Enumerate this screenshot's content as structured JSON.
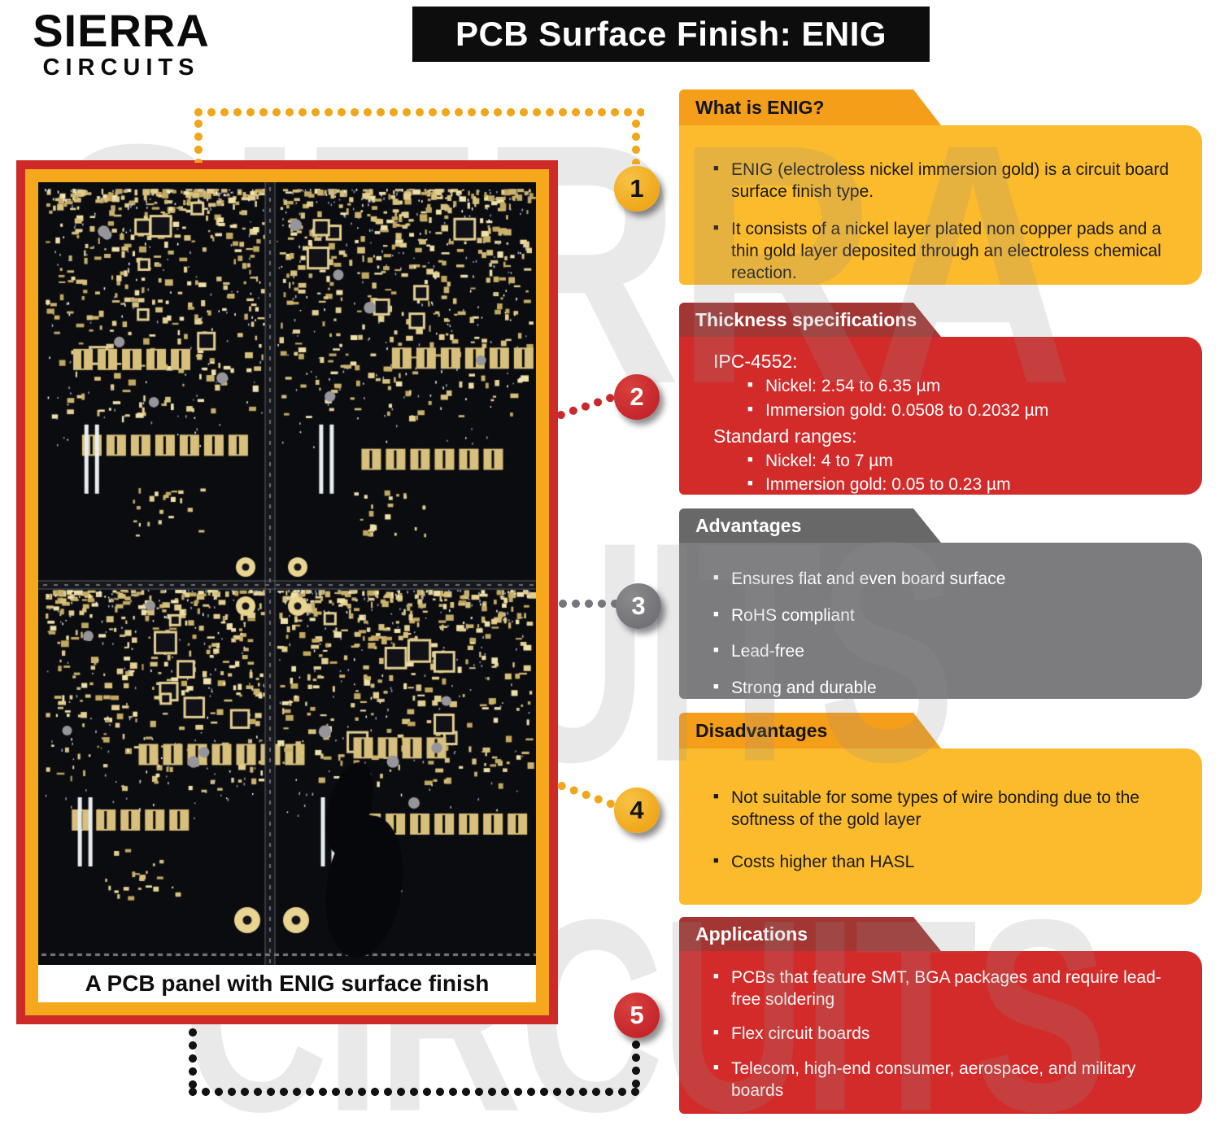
{
  "brand": {
    "line1": "SIERRA",
    "line2": "CIRCUITS"
  },
  "title": "PCB Surface Finish: ENIG",
  "watermark": {
    "rows": [
      "SIERRA",
      "CIRCUITS",
      "CIRCUITS"
    ]
  },
  "photo": {
    "caption": "A PCB panel with ENIG surface finish"
  },
  "colors": {
    "accent_yellow": "#FBBB2C",
    "accent_orange": "#F59E19",
    "accent_red": "#D32B2A",
    "accent_dark_red": "#A33532",
    "accent_gray": "#7C7B7D",
    "accent_dark_gray": "#696869",
    "frame_red": "#CE2A28",
    "frame_yellow": "#F5A81C",
    "title_bg": "#0D0D0D"
  },
  "callouts": [
    {
      "number": "1",
      "theme": "yellow",
      "title": "What is ENIG?",
      "items": [
        {
          "type": "bullet",
          "text": "ENIG (electroless nickel immersion gold) is a circuit board surface finish type."
        },
        {
          "type": "bullet",
          "text": "It consists of a nickel layer plated non copper pads and a thin gold layer deposited through an electroless chemical reaction."
        }
      ]
    },
    {
      "number": "2",
      "theme": "red",
      "title": "Thickness specifications",
      "items": [
        {
          "type": "label",
          "text": "IPC-4552:"
        },
        {
          "type": "sub",
          "text": "Nickel: 2.54 to 6.35 µm"
        },
        {
          "type": "sub",
          "text": "Immersion gold: 0.0508 to 0.2032 µm"
        },
        {
          "type": "label",
          "text": "Standard ranges:"
        },
        {
          "type": "sub",
          "text": "Nickel: 4 to 7 µm"
        },
        {
          "type": "sub",
          "text": "Immersion gold: 0.05 to 0.23 µm"
        }
      ]
    },
    {
      "number": "3",
      "theme": "gray",
      "title": "Advantages",
      "items": [
        {
          "type": "bullet",
          "text": "Ensures flat and even board surface"
        },
        {
          "type": "bullet",
          "text": "RoHS compliant"
        },
        {
          "type": "bullet",
          "text": "Lead-free"
        },
        {
          "type": "bullet",
          "text": "Strong and durable"
        }
      ]
    },
    {
      "number": "4",
      "theme": "yellow",
      "title": "Disadvantages",
      "items": [
        {
          "type": "bullet",
          "text": "Not suitable for some types of wire bonding due to the softness of the gold layer"
        },
        {
          "type": "bullet",
          "text": "Costs higher than HASL"
        }
      ]
    },
    {
      "number": "5",
      "theme": "red",
      "title": "Applications",
      "items": [
        {
          "type": "bullet",
          "text": "PCBs that feature SMT, BGA packages and require lead-free soldering"
        },
        {
          "type": "bullet",
          "text": "Flex circuit boards"
        },
        {
          "type": "bullet",
          "text": "Telecom, high-end consumer, aerospace, and military boards"
        }
      ]
    }
  ]
}
